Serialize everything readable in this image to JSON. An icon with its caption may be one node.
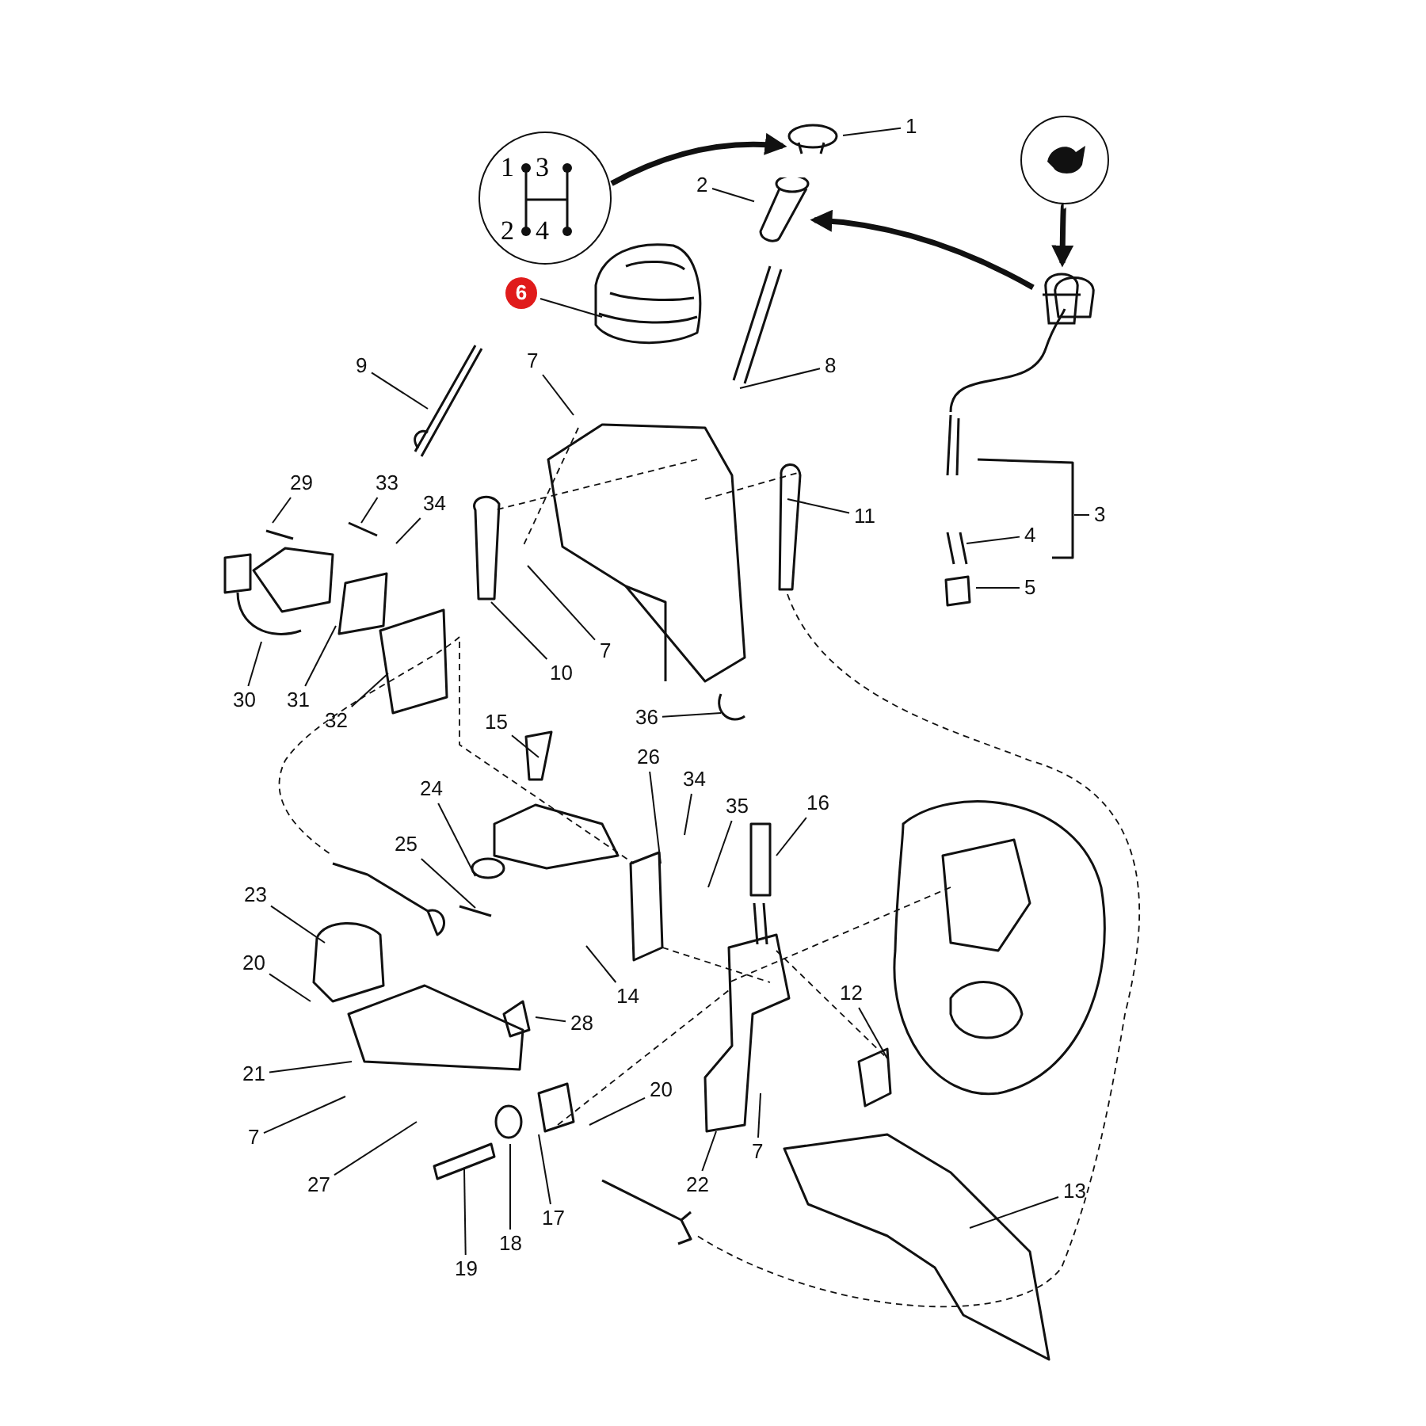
{
  "diagram": {
    "nodes": [
      {
        "text": [
          "1",
          "3",
          "2",
          "4"
        ]
      },
      {
        "text": [],
        "shape": "circle"
      },
      {
        "text": [],
        "shape": "picture"
      },
      {
        "text": [],
        "shape": "picture"
      },
      {
        "text": [],
        "shape": "picture"
      },
      {
        "text": [
          "1"
        ]
      },
      {
        "text": [
          "2"
        ]
      },
      {
        "text": [
          "6"
        ]
      },
      {
        "text": [
          "7"
        ]
      },
      {
        "text": [
          "8"
        ]
      },
      {
        "text": [
          "9"
        ]
      },
      {
        "text": [
          "29"
        ]
      },
      {
        "text": [
          "33"
        ]
      },
      {
        "text": [
          "34"
        ]
      },
      {
        "text": [
          "11"
        ]
      },
      {
        "text": [
          "3"
        ]
      },
      {
        "text": [
          "4"
        ]
      },
      {
        "text": [
          "5"
        ]
      },
      {
        "text": [
          "7"
        ]
      },
      {
        "text": [
          "10"
        ]
      },
      {
        "text": [
          "30"
        ]
      },
      {
        "text": [
          "31"
        ]
      },
      {
        "text": [
          "32"
        ]
      },
      {
        "text": [
          "36"
        ]
      },
      {
        "text": [
          "15"
        ]
      },
      {
        "text": [
          "26"
        ]
      },
      {
        "text": [
          "34"
        ]
      },
      {
        "text": [
          "35"
        ]
      },
      {
        "text": [
          "16"
        ]
      },
      {
        "text": [
          "24"
        ]
      },
      {
        "text": [
          "25"
        ]
      },
      {
        "text": [
          "23"
        ]
      },
      {
        "text": [
          "20"
        ]
      },
      {
        "text": [
          "14"
        ]
      },
      {
        "text": [
          "28"
        ]
      },
      {
        "text": [
          "12"
        ]
      },
      {
        "text": [
          "21"
        ]
      },
      {
        "text": [
          "20"
        ]
      },
      {
        "text": [
          "7"
        ]
      },
      {
        "text": [
          "27"
        ]
      },
      {
        "text": [
          "7"
        ]
      },
      {
        "text": [
          "22"
        ]
      },
      {
        "text": [
          "13"
        ]
      },
      {
        "text": [
          "17"
        ]
      },
      {
        "text": [
          "18"
        ]
      },
      {
        "text": [
          "19"
        ]
      }
    ],
    "edges": [
      {
        "from": 0,
        "to": 2,
        "arrow": "to",
        "style": "thick"
      },
      {
        "from": 1,
        "to": 4,
        "arrow": "to",
        "style": "thick"
      },
      {
        "from": 4,
        "to": 3,
        "arrow": "to",
        "style": "thick"
      },
      {
        "from": 5,
        "to": 2,
        "arrow": "none"
      },
      {
        "from": 6,
        "to": 3,
        "arrow": "none"
      },
      {
        "from": 7,
        "to": null,
        "arrow": "none"
      },
      {
        "from": 8,
        "to": null,
        "arrow": "none"
      },
      {
        "from": 9,
        "to": null,
        "arrow": "none"
      },
      {
        "from": 10,
        "to": null,
        "arrow": "none"
      },
      {
        "from": 11,
        "to": null,
        "arrow": "none"
      },
      {
        "from": 12,
        "to": null,
        "arrow": "none"
      },
      {
        "from": 13,
        "to": null,
        "arrow": "none"
      },
      {
        "from": 14,
        "to": null,
        "arrow": "none"
      },
      {
        "from": 15,
        "to": null,
        "arrow": "none"
      },
      {
        "from": 16,
        "to": null,
        "arrow": "none"
      },
      {
        "from": 17,
        "to": null,
        "arrow": "none"
      },
      {
        "from": 18,
        "to": null,
        "arrow": "none"
      },
      {
        "from": 19,
        "to": null,
        "arrow": "none"
      },
      {
        "from": 20,
        "to": null,
        "arrow": "none"
      },
      {
        "from": 21,
        "to": null,
        "arrow": "none"
      },
      {
        "from": 22,
        "to": null,
        "arrow": "none"
      },
      {
        "from": 23,
        "to": null,
        "arrow": "none"
      },
      {
        "from": 24,
        "to": null,
        "arrow": "none"
      },
      {
        "from": 25,
        "to": null,
        "arrow": "none"
      },
      {
        "from": 26,
        "to": null,
        "arrow": "none"
      },
      {
        "from": 27,
        "to": null,
        "arrow": "none"
      },
      {
        "from": 28,
        "to": null,
        "arrow": "none"
      },
      {
        "from": 29,
        "to": null,
        "arrow": "none"
      },
      {
        "from": 30,
        "to": null,
        "arrow": "none"
      },
      {
        "from": 31,
        "to": null,
        "arrow": "none"
      },
      {
        "from": 32,
        "to": null,
        "arrow": "none"
      },
      {
        "from": 33,
        "to": null,
        "arrow": "none"
      },
      {
        "from": 34,
        "to": null,
        "arrow": "none"
      },
      {
        "from": 35,
        "to": null,
        "arrow": "none"
      },
      {
        "from": 36,
        "to": null,
        "arrow": "none"
      },
      {
        "from": 37,
        "to": null,
        "arrow": "none"
      },
      {
        "from": 38,
        "to": null,
        "arrow": "none"
      },
      {
        "from": 39,
        "to": null,
        "arrow": "none"
      },
      {
        "from": 40,
        "to": null,
        "arrow": "none"
      },
      {
        "from": 41,
        "to": null,
        "arrow": "none"
      },
      {
        "from": 42,
        "to": null,
        "arrow": "none"
      },
      {
        "from": 43,
        "to": null,
        "arrow": "none"
      },
      {
        "from": 44,
        "to": null,
        "arrow": "none"
      },
      {
        "from": 45,
        "to": null,
        "arrow": "none"
      }
    ]
  }
}
